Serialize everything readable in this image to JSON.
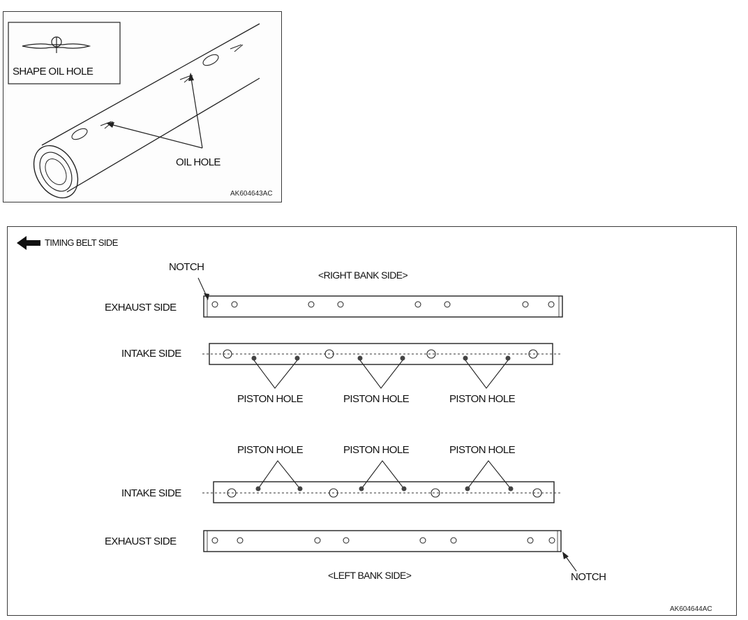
{
  "top_diagram": {
    "shape_label": "SHAPE OIL HOLE",
    "oil_hole_label": "OIL HOLE",
    "figure_code": "AK604643AC"
  },
  "bottom_diagram": {
    "timing_label": "TIMING BELT SIDE",
    "right_bank_title": "<RIGHT BANK SIDE>",
    "left_bank_title": "<LEFT BANK SIDE>",
    "notch_label": "NOTCH",
    "exhaust_label": "EXHAUST SIDE",
    "intake_label": "INTAKE SIDE",
    "piston_label": "PISTON HOLE",
    "figure_code": "AK604644AC"
  }
}
